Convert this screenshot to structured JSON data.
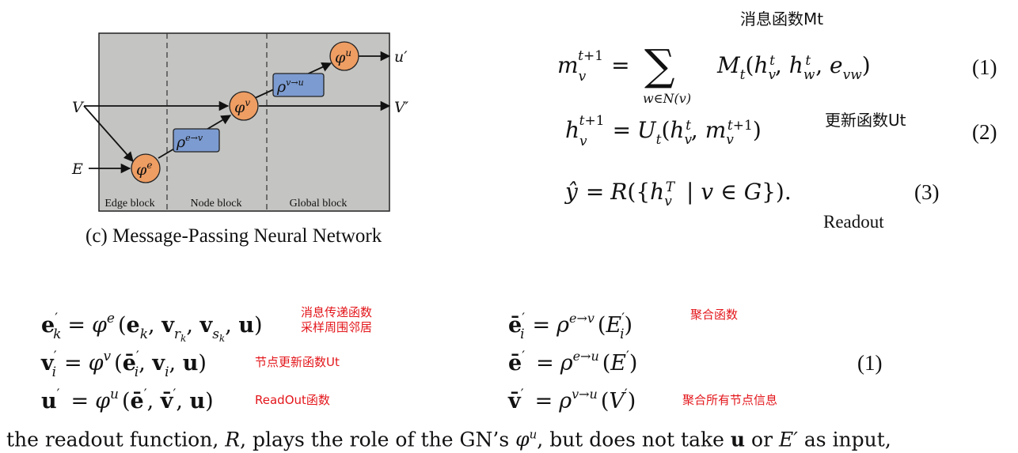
{
  "diagram": {
    "caption": "(c) Message-Passing Neural Network",
    "blocks": [
      "Edge block",
      "Node block",
      "Global block"
    ],
    "inputs": {
      "v": "V",
      "e": "E"
    },
    "outputs": {
      "v": "V′",
      "u": "u′"
    },
    "nodes": {
      "phi_e": "e",
      "phi_v": "v",
      "phi_u": "u"
    },
    "aggregators": {
      "rho_ev": "e→v",
      "rho_vu": "v→u"
    },
    "colors": {
      "panel": "#c4c4c2",
      "node": "#ee9d63",
      "aggregator": "#7c9bd0"
    }
  },
  "annotations_top": {
    "message_fn": "消息函数Mt",
    "update_fn": "更新函数Ut",
    "readout": "Readout"
  },
  "equations_top": {
    "eq1_num": "(1)",
    "eq2_num": "(2)",
    "eq3_num": "(3)"
  },
  "annotations_bottom": {
    "msg_pass_line1": "消息传递函数",
    "msg_pass_line2": "采样周围邻居",
    "node_update": "节点更新函数Ut",
    "readout_fn": "ReadOut函数",
    "aggregate": "聚合函数",
    "aggregate_all": "聚合所有节点信息"
  },
  "equations_bottom": {
    "eq_num": "(1)"
  },
  "footer_text": {
    "part1": "the readout function, ",
    "part2": ", plays the role of the GN’s ",
    "part3": ", but does not take ",
    "part4": " or ",
    "part5": " as input,"
  }
}
